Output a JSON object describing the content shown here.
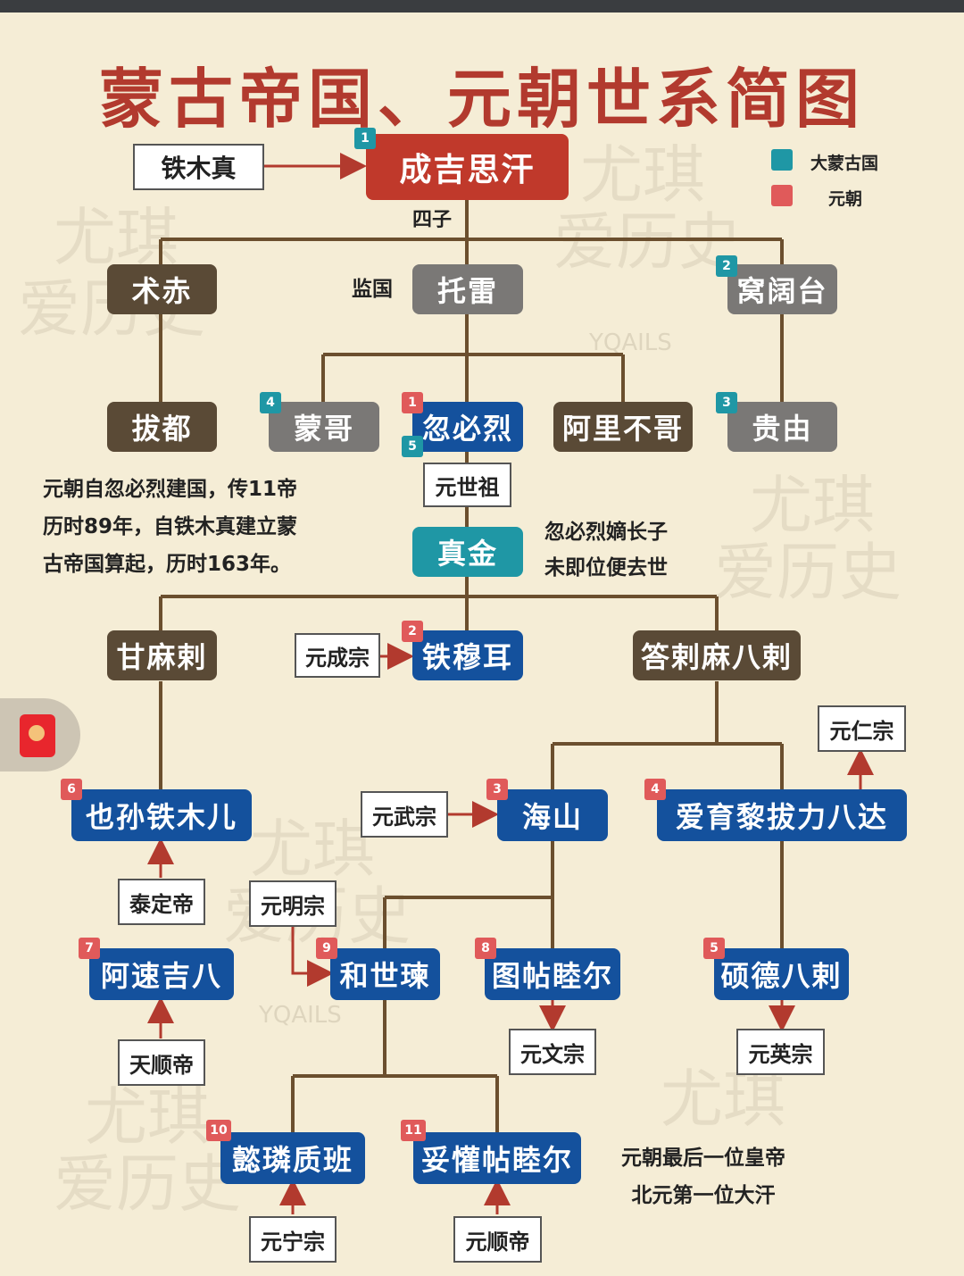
{
  "title": "蒙古帝国、元朝世系简图",
  "legend": [
    {
      "label": "大蒙古国",
      "color": "#1f97a5"
    },
    {
      "label": "元朝",
      "color": "#e05a5a"
    }
  ],
  "watermarks": [
    "尤琪",
    "爱历史",
    "YQAILS"
  ],
  "nodes": {
    "tiemuzhen": "铁木真",
    "chengjisihan": "成吉思汗",
    "zhuchi": "术赤",
    "tuolei": "托雷",
    "wokuotai": "窝阔台",
    "badu": "拔都",
    "mengge": "蒙哥",
    "hubilie": "忽必烈",
    "alibuge": "阿里不哥",
    "guiyou": "贵由",
    "zhenjin": "真金",
    "ganmala": "甘麻剌",
    "tiemuer": "铁穆耳",
    "dalamabala": "答剌麻八剌",
    "yesuntiemuer": "也孙铁木儿",
    "haishan": "海山",
    "aiyulibalibada": "爱育黎拔力八达",
    "asujiba": "阿速吉八",
    "heshila": "和世瑓",
    "tutiemuer": "图帖睦尔",
    "shuodebala": "硕德八剌",
    "yilinzhiban": "懿璘质班",
    "tuohuantiemuer": "妥懽帖睦尔"
  },
  "labels": {
    "sizi": "四子",
    "jianguo": "监国",
    "yuanshizu": "元世祖",
    "yuanchengzong": "元成宗",
    "yuanrenzong": "元仁宗",
    "yuanwuzong": "元武宗",
    "taidingdi": "泰定帝",
    "yuanmingzong": "元明宗",
    "yuanwenzong": "元文宗",
    "yuanyingzong": "元英宗",
    "tianshundi": "天顺帝",
    "yuanningzong": "元宁宗",
    "yuanshundi": "元顺帝"
  },
  "badges": {
    "b_chengji": "1",
    "b_wokuotai": "2",
    "b_mengge": "4",
    "b_hubi_red": "1",
    "b_hubi_teal": "5",
    "b_guiyou": "3",
    "b_tiemuer": "2",
    "b_yesun": "6",
    "b_haishan": "3",
    "b_aiyu": "4",
    "b_asu": "7",
    "b_heshi": "9",
    "b_tutie": "8",
    "b_shuode": "5",
    "b_yilin": "10",
    "b_tuohuan": "11"
  },
  "notes": {
    "summary": [
      "元朝自忽必烈建国，传11帝",
      "历时89年，自铁木真建立蒙",
      "古帝国算起，历时163年。"
    ],
    "zhenjin": [
      "忽必烈嫡长子",
      "未即位便去世"
    ],
    "last": [
      "元朝最后一位皇帝",
      "北元第一位大汗"
    ]
  }
}
